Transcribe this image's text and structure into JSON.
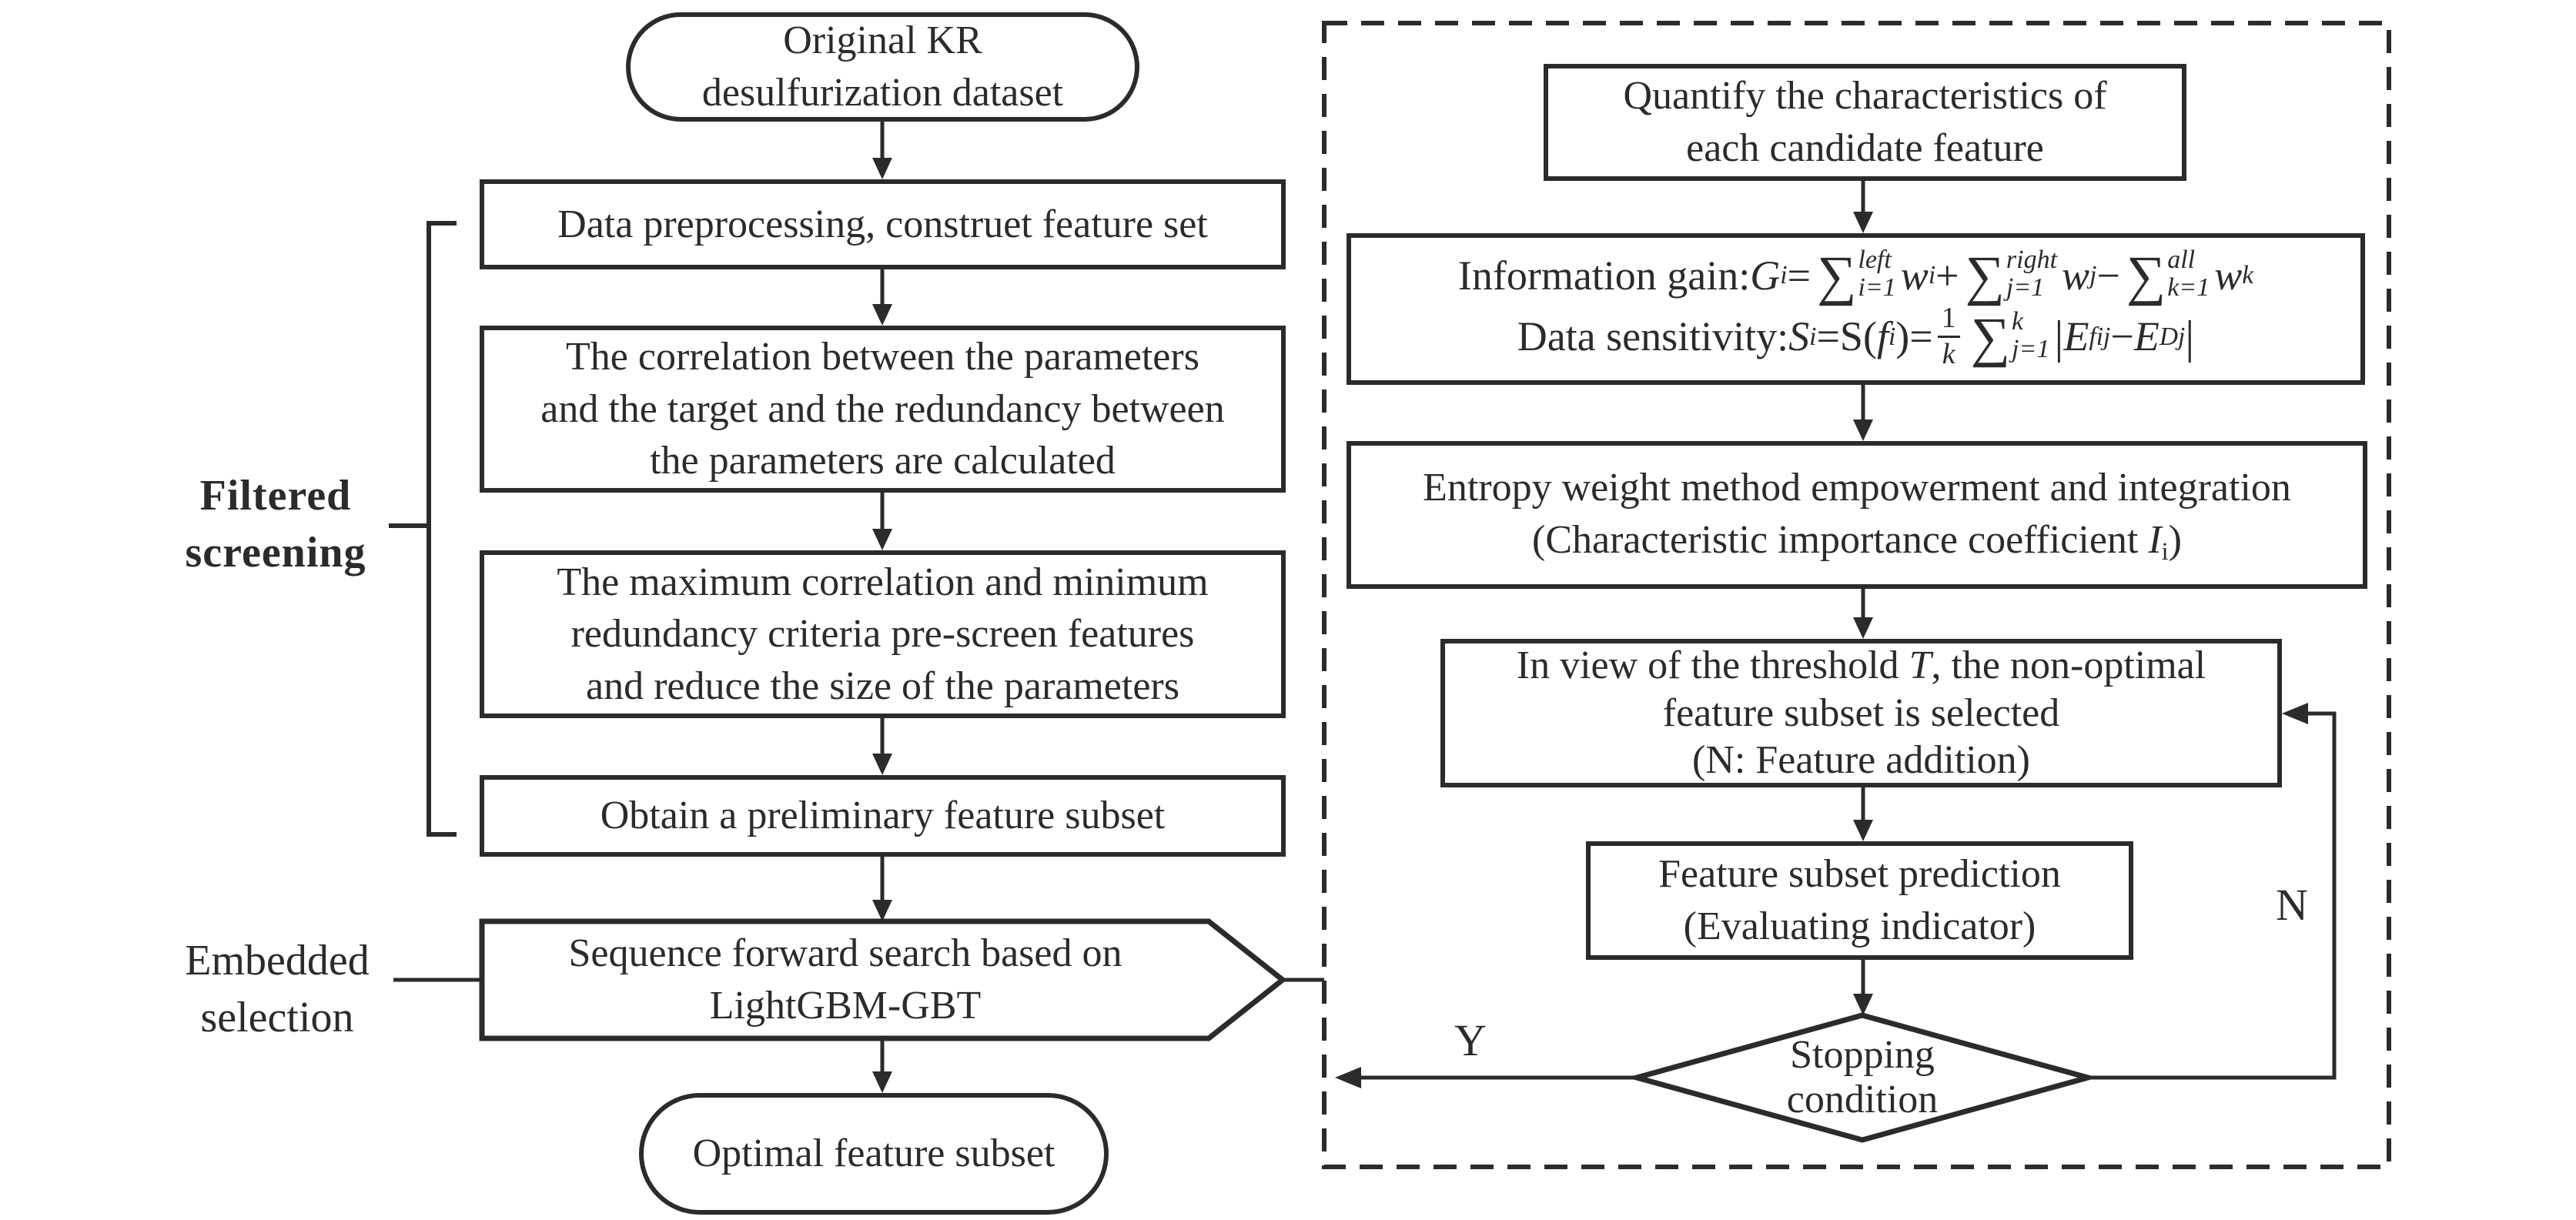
{
  "colors": {
    "ink": "#2b2b2b",
    "background": "#ffffff"
  },
  "left": {
    "start_line1": "Original KR",
    "start_line2": "desulfurization dataset",
    "box1": "Data preprocessing, construet feature set",
    "box2_line1": "The correlation between the parameters",
    "box2_line2": "and the target and the redundancy between",
    "box2_line3": "the parameters are calculated",
    "box3_line1": "The maximum correlation and minimum",
    "box3_line2": "redundancy criteria pre-screen features",
    "box3_line3": "and reduce the size of the parameters",
    "box4": "Obtain a preliminary feature subset",
    "pentagon_line1": "Sequence forward search based on",
    "pentagon_line2": "LightGBM-GBT",
    "end": "Optimal feature subset"
  },
  "labels": {
    "filtered_line1": "Filtered",
    "filtered_line2": "screening",
    "embedded_line1": "Embedded",
    "embedded_line2": "selection"
  },
  "right": {
    "box1_line1": "Quantify the characteristics of",
    "box1_line2": "each candidate feature",
    "gain": {
      "label": "Information gain:",
      "var": "G",
      "var_sub": "i",
      "eq": "=",
      "sum": "∑",
      "s1_top": "left",
      "s1_bot": "i=1",
      "w1": "w",
      "w1_sub": "i",
      "plus": "+",
      "s2_top": "right",
      "s2_bot": "j=1",
      "w2": "w",
      "w2_sub": "j",
      "minus": "−",
      "s3_top": "all",
      "s3_bot": "k=1",
      "w3": "w",
      "w3_sub": "k"
    },
    "sens": {
      "label": "Data sensitivity:",
      "var": "S",
      "var_sub": "i",
      "eq1": "=S(",
      "f": "f",
      "f_sub": "i",
      "eq2": ")=",
      "num": "1",
      "den": "k",
      "sum": "∑",
      "s_top": "k",
      "s_bot": "j=1",
      "bar1": "|",
      "e1": "E",
      "e1_sub": "fij",
      "minus": "−",
      "e2": "E",
      "e2_sub": "Dj",
      "bar2": "|"
    },
    "box3_line1": "Entropy weight method empowerment and integration",
    "box3_line2_pre": "(Characteristic importance coefficient ",
    "box3_var": "I",
    "box3_var_sub": "i",
    "box3_close": ")",
    "box4_line1_pre": "In view of the threshold ",
    "box4_var": "T",
    "box4_line1_post": ", the non-optimal",
    "box4_line2": "feature subset is selected",
    "box4_line3": "(N: Feature addition)",
    "box5_line1": "Feature subset prediction",
    "box5_line2": "(Evaluating indicator)",
    "diamond_line1": "Stopping",
    "diamond_line2": "condition",
    "yes": "Y",
    "no": "N"
  }
}
